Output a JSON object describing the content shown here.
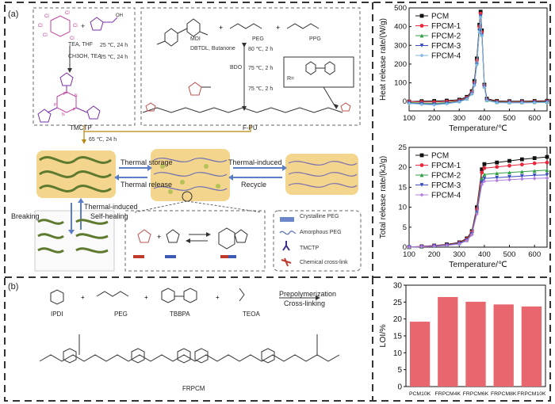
{
  "panel_a_label": "(a)",
  "panel_b_label": "(b)",
  "synthesis": {
    "cond_tmctp": [
      "25 ℃, 24 h",
      "25 ℃, 24 h"
    ],
    "reagents_tmctp": [
      "TEA, THF",
      "CH3OH, TEA"
    ],
    "tmctp_label": "TMCTP",
    "mdi_label": "MDI",
    "peg_label": "PEG",
    "ppg_label": "PPG",
    "step1": "DBTDL, Butanone",
    "step1_cond": "80 ℃, 2 h",
    "step2": "BDO",
    "step2_cond": "75 ℃, 2 h",
    "step3_cond": "75 ℃, 2 h",
    "r_label": "R=",
    "fpu_label": "F-PU",
    "join_cond": "65 ℃, 24 h"
  },
  "network": {
    "thermal_storage": "Thermal storage",
    "thermal_release": "Thermal release",
    "thermal_induced": "Thermal-induced",
    "recycle": "Recycle",
    "breaking": "Breaking",
    "self_healing_1": "Thermal-induced",
    "self_healing_2": "Self-healing",
    "legend": [
      "Crystalline PEG",
      "Amorphous PEG",
      "TMCTP",
      "Chemical cross-link"
    ]
  },
  "panel_b": {
    "prep": "Prepolymerization",
    "crosslink": "Cross-linking",
    "monomers": [
      "IPDI",
      "PEG",
      "TBBPA",
      "TEOA"
    ],
    "product": "FRPCM"
  },
  "chart_data": [
    {
      "type": "line",
      "ylabel": "Heat release rate/(W/g)",
      "xlabel": "Temperature/℃",
      "xlim": [
        100,
        650
      ],
      "ylim": [
        -50,
        500
      ],
      "xticks": [
        100,
        200,
        300,
        400,
        500,
        600
      ],
      "yticks": [
        0,
        100,
        200,
        300,
        400,
        500
      ],
      "legend_position": "top-left",
      "series": [
        {
          "name": "PCM",
          "color": "#111111",
          "marker": "square",
          "x": [
            100,
            150,
            200,
            250,
            300,
            330,
            350,
            360,
            370,
            380,
            385,
            390,
            400,
            410,
            450,
            500,
            550,
            600,
            650
          ],
          "y": [
            0,
            2,
            3,
            5,
            10,
            25,
            55,
            110,
            230,
            410,
            480,
            380,
            90,
            15,
            3,
            2,
            2,
            3,
            4
          ]
        },
        {
          "name": "FPCM-1",
          "color": "#e8283c",
          "marker": "circle",
          "x": [
            100,
            150,
            200,
            250,
            300,
            330,
            350,
            360,
            370,
            380,
            385,
            390,
            400,
            410,
            450,
            500,
            550,
            600,
            650
          ],
          "y": [
            0,
            -2,
            -3,
            0,
            6,
            20,
            50,
            100,
            220,
            400,
            470,
            370,
            85,
            10,
            0,
            -1,
            -1,
            0,
            1
          ]
        },
        {
          "name": "FPCM-2",
          "color": "#2f9e44",
          "marker": "triangle-up",
          "x": [
            100,
            150,
            200,
            250,
            300,
            330,
            350,
            360,
            370,
            380,
            385,
            390,
            400,
            410,
            450,
            500,
            550,
            600,
            650
          ],
          "y": [
            -5,
            -8,
            -10,
            -6,
            2,
            16,
            45,
            95,
            210,
            390,
            460,
            360,
            80,
            8,
            -3,
            -4,
            -4,
            -3,
            -2
          ]
        },
        {
          "name": "FPCM-3",
          "color": "#3b4cc0",
          "marker": "triangle-down",
          "x": [
            100,
            150,
            200,
            250,
            300,
            330,
            350,
            360,
            370,
            380,
            385,
            390,
            400,
            410,
            450,
            500,
            550,
            600,
            650
          ],
          "y": [
            -8,
            -12,
            -15,
            -10,
            0,
            14,
            42,
            90,
            200,
            380,
            455,
            355,
            78,
            6,
            -5,
            -6,
            -6,
            -5,
            -4
          ]
        },
        {
          "name": "FPCM-4",
          "color": "#7fb8e6",
          "marker": "diamond",
          "x": [
            100,
            150,
            200,
            250,
            300,
            330,
            350,
            360,
            370,
            380,
            385,
            390,
            400,
            410,
            450,
            500,
            550,
            600,
            650
          ],
          "y": [
            -10,
            -15,
            -18,
            -12,
            -2,
            12,
            40,
            85,
            195,
            370,
            450,
            350,
            75,
            5,
            -6,
            -7,
            -7,
            -6,
            -5
          ]
        }
      ]
    },
    {
      "type": "line",
      "ylabel": "Total release rate/(kJ/g)",
      "xlabel": "Temperature/℃",
      "xlim": [
        100,
        650
      ],
      "ylim": [
        0,
        25
      ],
      "xticks": [
        100,
        200,
        300,
        400,
        500,
        600
      ],
      "yticks": [
        0,
        5,
        10,
        15,
        20,
        25
      ],
      "legend_position": "top-left",
      "series": [
        {
          "name": "PCM",
          "color": "#111111",
          "marker": "square",
          "x": [
            100,
            150,
            200,
            250,
            300,
            330,
            350,
            370,
            390,
            400,
            450,
            500,
            550,
            600,
            650
          ],
          "y": [
            0,
            0.2,
            0.4,
            0.7,
            1.2,
            2.2,
            4,
            10,
            19.5,
            20.8,
            21.2,
            21.6,
            22,
            22.3,
            22.6
          ]
        },
        {
          "name": "FPCM-1",
          "color": "#e8283c",
          "marker": "circle",
          "x": [
            100,
            150,
            200,
            250,
            300,
            330,
            350,
            370,
            390,
            400,
            450,
            500,
            550,
            600,
            650
          ],
          "y": [
            0,
            0.2,
            0.4,
            0.6,
            1.1,
            2.0,
            3.8,
            9.5,
            18.7,
            19.8,
            20.1,
            20.4,
            20.7,
            21,
            21.2
          ]
        },
        {
          "name": "FPCM-2",
          "color": "#2f9e44",
          "marker": "triangle-up",
          "x": [
            100,
            150,
            200,
            250,
            300,
            330,
            350,
            370,
            390,
            400,
            450,
            500,
            550,
            600,
            650
          ],
          "y": [
            0,
            0.1,
            0.3,
            0.5,
            1.0,
            1.8,
            3.5,
            9,
            17.2,
            18.2,
            18.5,
            18.7,
            18.9,
            19.1,
            19.3
          ]
        },
        {
          "name": "FPCM-3",
          "color": "#3b4cc0",
          "marker": "triangle-down",
          "x": [
            100,
            150,
            200,
            250,
            300,
            330,
            350,
            370,
            390,
            400,
            450,
            500,
            550,
            600,
            650
          ],
          "y": [
            0,
            0.1,
            0.3,
            0.5,
            0.9,
            1.7,
            3.3,
            8.7,
            16.3,
            17.2,
            17.4,
            17.6,
            17.8,
            18,
            18.1
          ]
        },
        {
          "name": "FPCM-4",
          "color": "#b07fe0",
          "marker": "diamond",
          "x": [
            100,
            150,
            200,
            250,
            300,
            330,
            350,
            370,
            390,
            400,
            450,
            500,
            550,
            600,
            650
          ],
          "y": [
            0,
            0.1,
            0.2,
            0.4,
            0.8,
            1.6,
            3.1,
            8.3,
            15.7,
            16.5,
            16.7,
            16.9,
            17.1,
            17.2,
            17.3
          ]
        }
      ]
    },
    {
      "type": "bar",
      "ylabel": "LOI/%",
      "ylim": [
        0,
        30
      ],
      "yticks": [
        0,
        5,
        10,
        15,
        20,
        25,
        30
      ],
      "categories": [
        "PCM10K",
        "FRPCM4K",
        "FRPCM6K",
        "FRPCM8K",
        "FRPCM10K"
      ],
      "values": [
        19.2,
        26.5,
        25.1,
        24.3,
        23.7
      ],
      "color": "#e8676f"
    }
  ]
}
